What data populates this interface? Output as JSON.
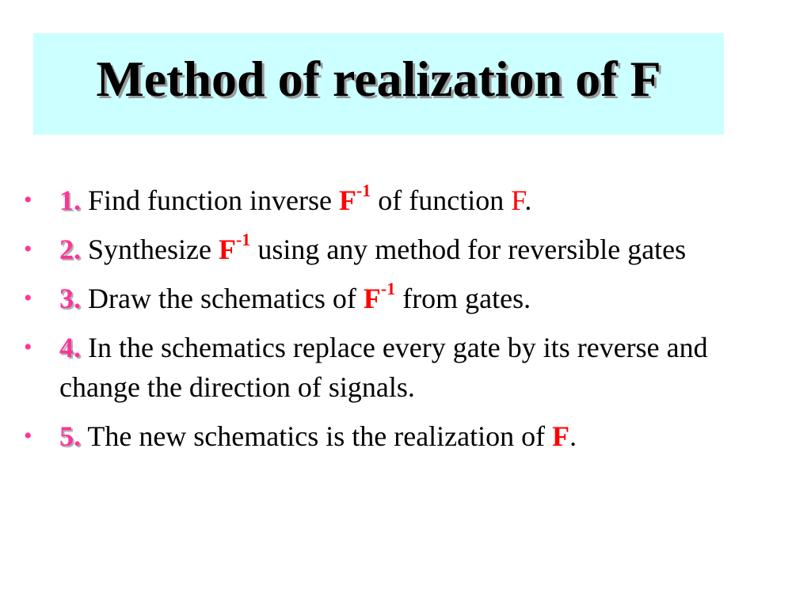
{
  "slide": {
    "title": "Method of realization of F",
    "bullet_symbol": "•",
    "colors": {
      "title_bg": "#ccffff",
      "number": "#ff3399",
      "accent": "#ff0000"
    },
    "items": [
      {
        "number": "1.",
        "t1": " Find function inverse ",
        "f": "F",
        "sup": "-1",
        "t2": " of function ",
        "f2": "F",
        "t3": "."
      },
      {
        "number": "2.",
        "t1": " Synthesize ",
        "f": "F",
        "sup": "-1",
        "t2": " using any method for reversible gates"
      },
      {
        "number": "3.",
        "t1": " Draw the schematics of ",
        "f": "F",
        "sup": "-1",
        "t2": " from gates."
      },
      {
        "number": "4.",
        "t1": " In the schematics replace every gate by its reverse and change the direction of signals."
      },
      {
        "number": "5.",
        "t1": " The new schematics is the realization of ",
        "f": "F",
        "t2": "."
      }
    ]
  }
}
